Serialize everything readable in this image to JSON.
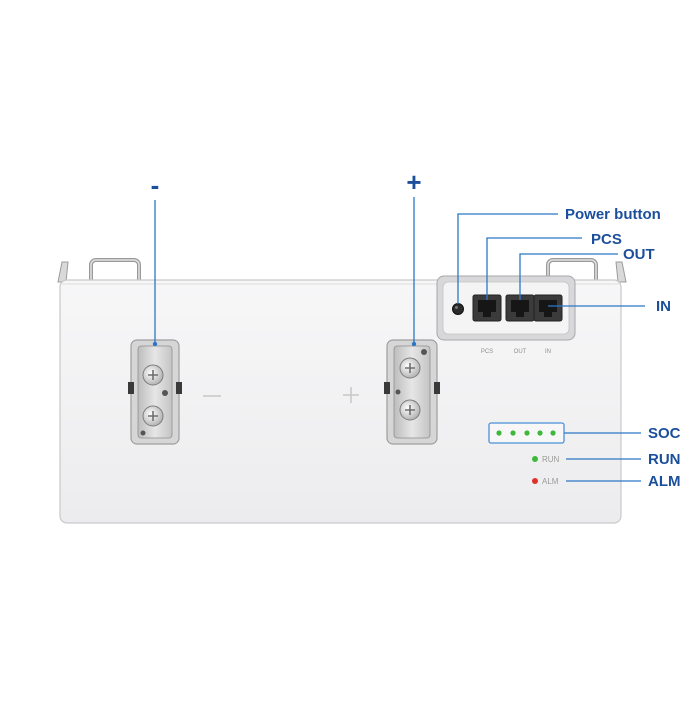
{
  "terminals": {
    "negative_label": "-",
    "positive_label": "+"
  },
  "callouts": {
    "power_button": "Power button",
    "pcs": "PCS",
    "out": "OUT",
    "in": "IN",
    "soc": "SOC",
    "run": "RUN",
    "alm": "ALM"
  },
  "ports": {
    "pcs": "PCS",
    "out": "OUT",
    "in": "IN"
  },
  "indicators": {
    "run_text": "RUN",
    "alm_text": "ALM",
    "soc_led_count": 5
  },
  "colors": {
    "callout_text": "#1b4f9c",
    "leader_line": "#2b78c5",
    "housing": "#f2f2f3",
    "run_led": "#3db83a",
    "alm_led": "#e0302a",
    "soc_led": "#3db83a"
  }
}
